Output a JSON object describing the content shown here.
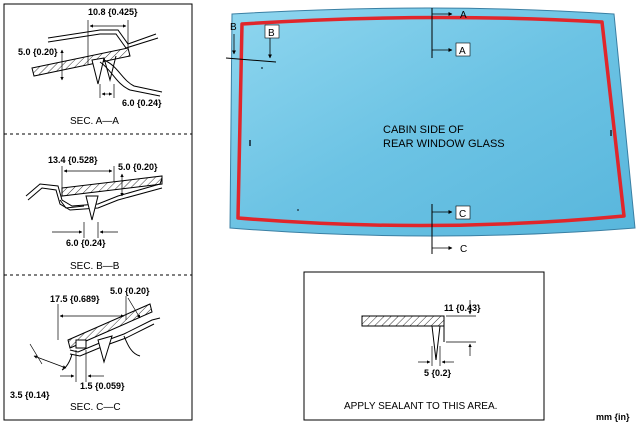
{
  "sections": [
    {
      "caption": "SEC. A—A",
      "dims": {
        "top": "10.8 {0.425}",
        "left": "5.0 {0.20}",
        "bottom": "6.0 {0.24}"
      }
    },
    {
      "caption": "SEC. B—B",
      "dims": {
        "top": "13.4 {0.528}",
        "right": "5.0 {0.20}",
        "bottom": "6.0 {0.24}"
      }
    },
    {
      "caption": "SEC. C—C",
      "dims": {
        "top_right": "5.0 {0.20}",
        "top": "17.5 {0.689}",
        "left": "3.5 {0.14}",
        "bottom": "1.5 {0.059}"
      }
    }
  ],
  "glass": {
    "label_line1": "CABIN SIDE OF",
    "label_line2": "REAR WINDOW GLASS",
    "glass_color": "#6fc6e6",
    "sealant_color": "#e0262b",
    "markers": {
      "a_top": "A",
      "a_inner": "A",
      "b_outer": "B",
      "b_inner": "B",
      "c_inner": "C",
      "c_bottom": "C"
    }
  },
  "detail": {
    "dim_top": "11 {0.43}",
    "dim_bottom": "5 {0.2}",
    "caption": "APPLY SEALANT TO THIS AREA."
  },
  "units": "mm {in}"
}
